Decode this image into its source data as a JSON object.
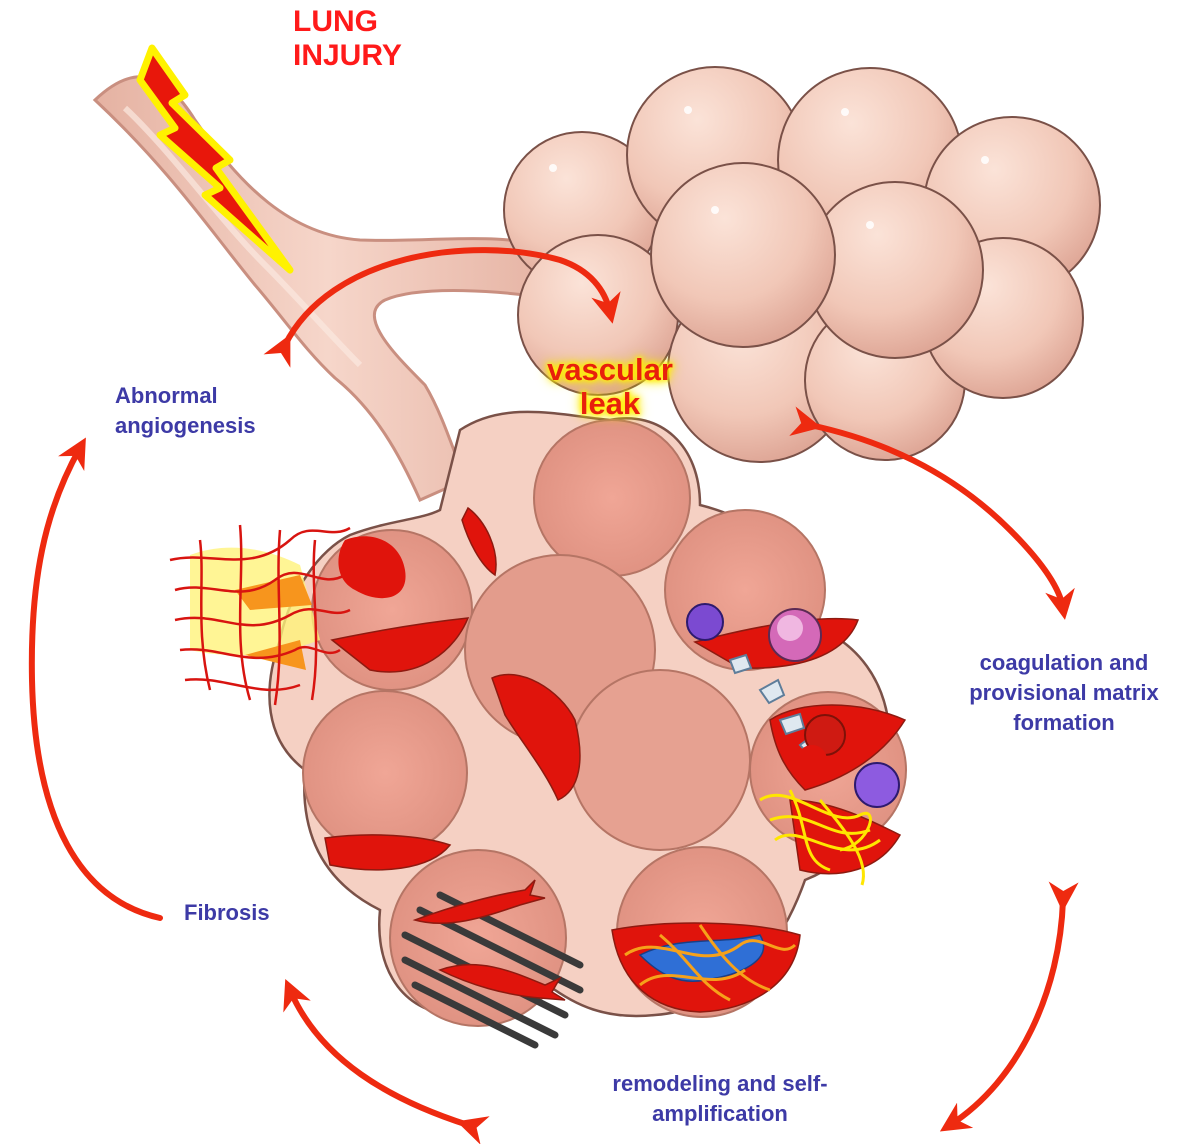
{
  "title": "LUNG INJURY",
  "event": "vascular leak",
  "stages": {
    "angiogenesis": "Abnormal angiogenesis",
    "coagulation": "coagulation and provisional matrix formation",
    "remodeling": "remodeling and self-amplification",
    "fibrosis": "Fibrosis"
  },
  "colors": {
    "label_red": "#ff1a1a",
    "stage_text": "#3d3aa6",
    "arrow": "#ee2a10",
    "alveolus_fill": "#f1c6b6",
    "tissue": "#e7a392",
    "blood": "#e0140c",
    "glow": "#fff200"
  },
  "icons": [
    "lightning-bolt-icon",
    "alveolar-sac-illustration",
    "cycle-arrow-icon"
  ]
}
